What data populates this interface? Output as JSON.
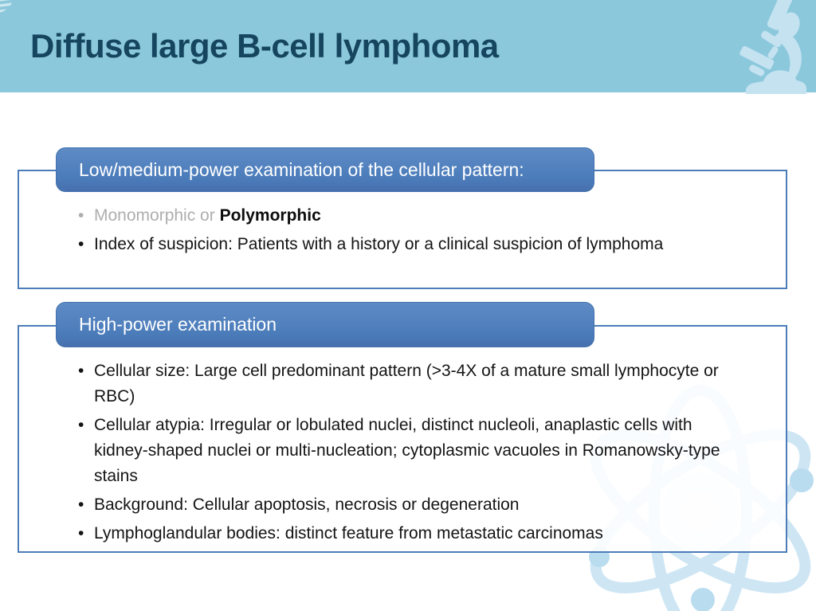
{
  "slide": {
    "title": "Diffuse large B-cell lymphoma"
  },
  "sections": [
    {
      "header": "Low/medium-power examination of the cellular pattern:",
      "bullets": [
        {
          "muted": "Monomorphic or ",
          "strong": "Polymorphic"
        },
        {
          "text": "Index of suspicion: Patients with a history or a clinical suspicion of lymphoma"
        }
      ]
    },
    {
      "header": "High-power examination",
      "bullets": [
        {
          "text": "Cellular size: Large cell predominant pattern (>3-4X of a mature small lymphocyte or RBC)"
        },
        {
          "text": "Cellular atypia: Irregular or lobulated nuclei, distinct nucleoli, anaplastic cells with kidney-shaped nuclei or multi-nucleation; cytoplasmic vacuoles in Romanowsky-type stains"
        },
        {
          "text": "Background: Cellular apoptosis, necrosis or degeneration"
        },
        {
          "text": "Lymphoglandular bodies: distinct feature from metastatic carcinomas"
        }
      ]
    }
  ],
  "decorations": {
    "top_left": "dna-helix-icon",
    "top_right": "microscope-icon",
    "bottom_right": "atom-icon"
  },
  "colors": {
    "band": "#8bc8dc",
    "title_text": "#16455f",
    "pill_blue": "#4b7cba",
    "box_border": "#4d7cba",
    "muted_gray": "#aeaeae",
    "watermark_blue": "#c9e4f3",
    "icon_blue": "#c4e2f0"
  }
}
